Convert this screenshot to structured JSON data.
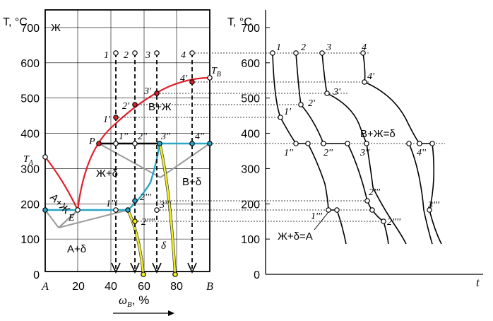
{
  "left_chart": {
    "y_axis_label": "T, °C",
    "y_ticks": [
      "0",
      "100",
      "200",
      "300",
      "400",
      "500",
      "600",
      "700"
    ],
    "x_ticks": [
      "A",
      "20",
      "40",
      "60",
      "80",
      "B"
    ],
    "x_axis_label": "ω",
    "x_axis_label_sub": "B",
    "x_axis_label_unit": ", %",
    "region_labels": {
      "liquid": "Ж",
      "b_plus_liquid": "В+Ж",
      "liquid_plus_delta": "Ж+δ",
      "b_plus_delta": "В+δ",
      "a_plus_liquid": "А+Ж",
      "a_plus_delta": "А+δ",
      "delta": "δ"
    },
    "point_labels": {
      "TA": "T",
      "TA_sub": "A",
      "TB": "T",
      "TB_sub": "B",
      "P": "P",
      "E": "E",
      "p1": "1",
      "p2": "2",
      "p3": "3",
      "p4": "4",
      "p1a": "1'",
      "p2a": "2'",
      "p3a": "3'",
      "p4a": "4'",
      "p1b": "1''",
      "p2b": "2''",
      "p3b": "3''",
      "p4b": "4''",
      "p1c": "1'''",
      "p2c": "2'''",
      "p3c": "3'''",
      "p2d": "2''''"
    },
    "colors": {
      "liquidus": "#e0202a",
      "solidus": "#2aa6c6",
      "solvus": "#f4f020",
      "gray": "#9a9a9a"
    }
  },
  "right_chart": {
    "y_axis_label": "T, °C",
    "y_ticks": [
      "0",
      "100",
      "200",
      "300",
      "400",
      "500",
      "600",
      "700"
    ],
    "x_axis_label": "t",
    "annotations": {
      "peritectic": "В+Ж=δ",
      "eutectic": "Ж+δ=А"
    },
    "curve_labels": {
      "c1": "1",
      "c2": "2",
      "c3": "3",
      "c4": "4",
      "c1a": "1'",
      "c2a": "2'",
      "c3a": "3'",
      "c4a": "4'",
      "c1b": "1''",
      "c2b": "2''",
      "c3b": "3''",
      "c4b": "4''",
      "c1c": "1'''",
      "c2c": "2'''",
      "c4c": "3'''",
      "c2d": "2''''"
    }
  }
}
